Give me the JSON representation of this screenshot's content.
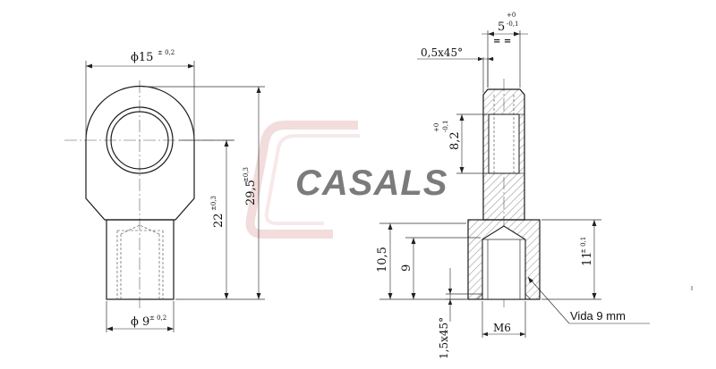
{
  "watermark": {
    "text": "CASALS",
    "color": "#e8a0a0"
  },
  "left_view": {
    "dia_top": "ϕ15",
    "dia_top_tol": "± 0,2",
    "dia_bottom": "ϕ 9",
    "dia_bottom_tol": "± 0,2",
    "height_22": "22",
    "height_22_tol": "±0,3",
    "height_295": "29,5",
    "height_295_tol": "±0,3"
  },
  "right_view": {
    "width_5": "5",
    "width_5_tol_up": "+0",
    "width_5_tol_dn": "-0,1",
    "parallel_marks": "= =",
    "chamfer_top": "0,5x45°",
    "dim_82": "8,2",
    "dim_82_tol_up": "+0",
    "dim_82_tol_dn": "-0,1",
    "dim_105": "10,5",
    "dim_9": "9",
    "dim_11": "11",
    "dim_11_tol": "± 0,1",
    "chamfer_bottom": "1,5x45°",
    "thread": "M6",
    "callout": "Vida 9 mm"
  }
}
